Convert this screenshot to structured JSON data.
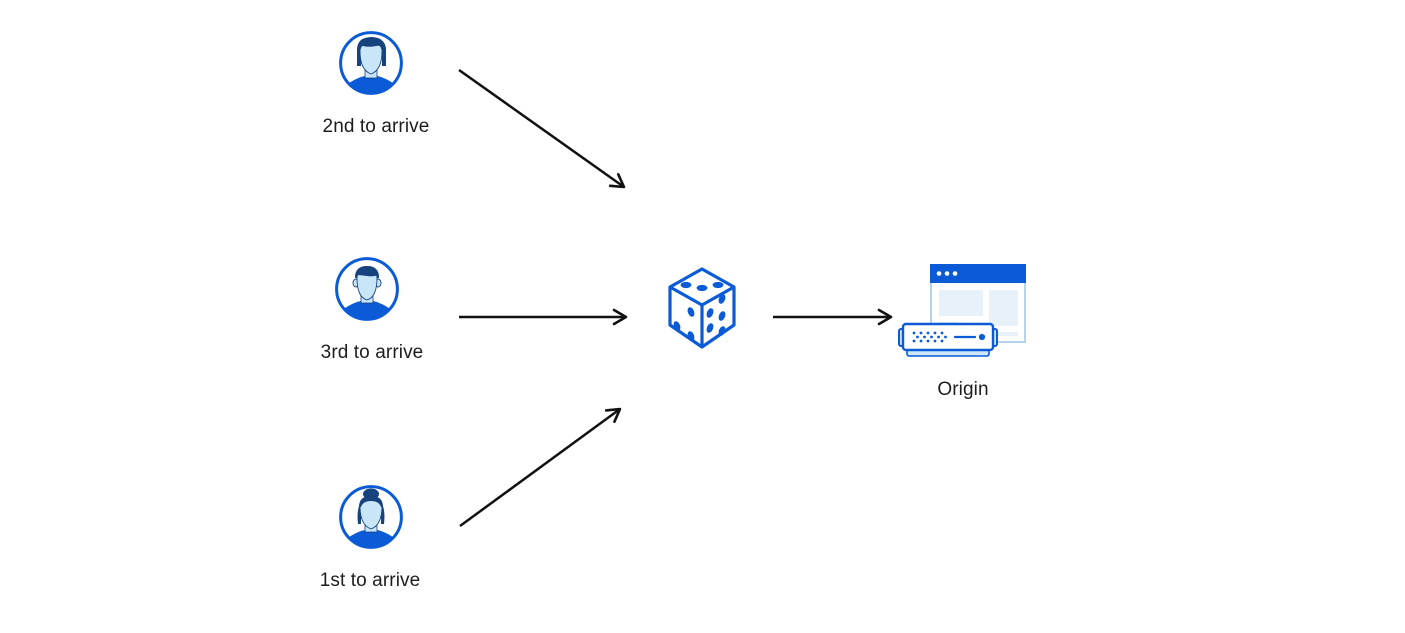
{
  "diagram": {
    "clients": [
      {
        "label": "2nd to arrive",
        "icon": "user-avatar-male-swept-hair-icon"
      },
      {
        "label": "3rd to arrive",
        "icon": "user-avatar-male-short-hair-icon"
      },
      {
        "label": "1st to arrive",
        "icon": "user-avatar-female-bun-icon"
      }
    ],
    "randomizer": {
      "icon": "dice-icon"
    },
    "origin": {
      "label": "Origin",
      "icon": "origin-server-browser-icon"
    },
    "connections": [
      {
        "from": "2nd to arrive",
        "to": "dice"
      },
      {
        "from": "3rd to arrive",
        "to": "dice"
      },
      {
        "from": "1st to arrive",
        "to": "dice"
      },
      {
        "from": "dice",
        "to": "Origin"
      }
    ],
    "colors": {
      "primary_blue": "#0b5bd7",
      "hair_navy": "#16437e",
      "face_light_blue": "#c9e6f8",
      "panel_pale_blue": "#e7f1f9",
      "server_light_blue": "#cde7f8",
      "window_border": "#b5d3ef",
      "arrow_black": "#111111",
      "text": "#1d1d1d",
      "background": "#ffffff"
    }
  }
}
